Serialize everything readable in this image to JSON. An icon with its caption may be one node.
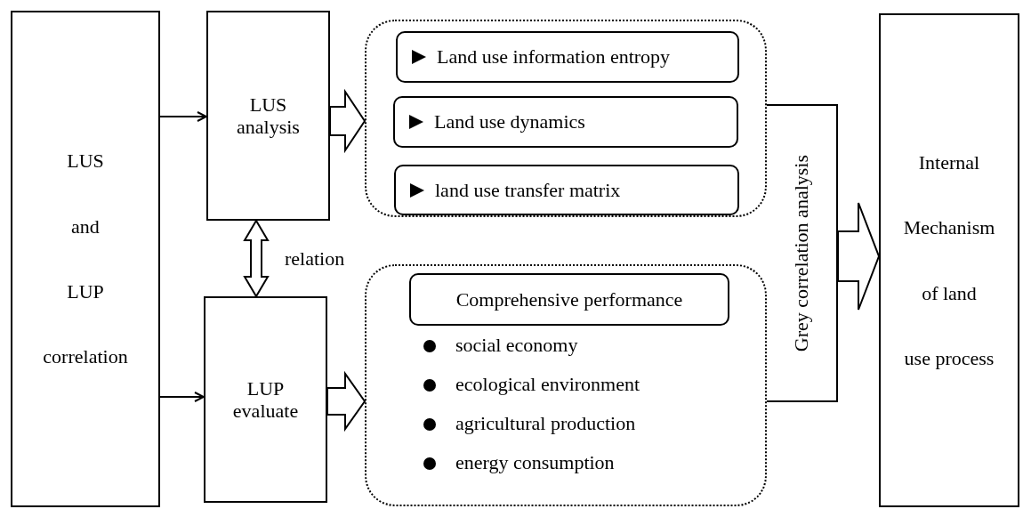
{
  "diagram": {
    "nodes": [
      {
        "text": [
          "LUS",
          "and",
          "LUP",
          "correlation"
        ]
      },
      {
        "text": [
          "LUS analysis"
        ]
      },
      {
        "text": [],
        "shape": "box"
      },
      {
        "text": [
          "Land use information entropy"
        ],
        "in": 2
      },
      {
        "text": [
          "Land use dynamics"
        ],
        "in": 2
      },
      {
        "text": [
          "land use transfer matrix"
        ],
        "in": 2
      },
      {
        "text": [
          "LUP evaluate"
        ]
      },
      {
        "text": [
          "social economy",
          "ecological environment",
          "agricultural production",
          "energy consumption"
        ]
      },
      {
        "text": [
          "Comprehensive performance"
        ],
        "in": 7
      },
      {
        "text": [
          "Grey correlation analysis"
        ]
      },
      {
        "text": [
          "Internal",
          "Mechanism",
          "of land",
          "use process"
        ]
      }
    ],
    "edges": [
      {
        "from": 0,
        "to": 1,
        "arrow": "to"
      },
      {
        "from": 0,
        "to": 6,
        "arrow": "to"
      },
      {
        "from": 1,
        "to": 2,
        "arrow": "to",
        "style": "thick"
      },
      {
        "from": 6,
        "to": 7,
        "arrow": "to",
        "style": "thick"
      },
      {
        "from": 1,
        "to": 6,
        "arrow": "both",
        "style": "thick",
        "label": "relation"
      },
      {
        "from": 9,
        "to": 10,
        "arrow": "to",
        "style": "thick"
      }
    ]
  }
}
